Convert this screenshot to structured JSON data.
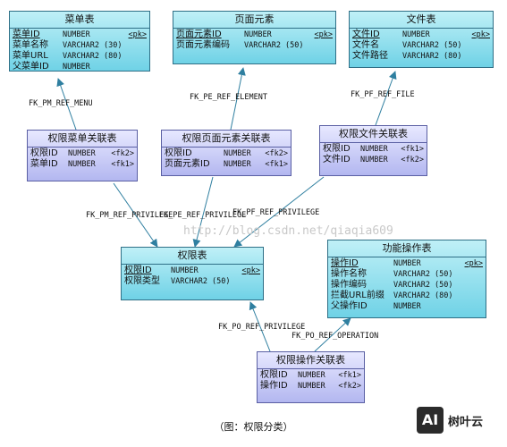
{
  "entities": [
    {
      "title": "菜单表",
      "rows": [
        {
          "name": "菜单ID",
          "type": "NUMBER",
          "key": "<pk>"
        },
        {
          "name": "菜单名称",
          "type": "VARCHAR2 (30)",
          "key": ""
        },
        {
          "name": "菜单URL",
          "type": "VARCHAR2 (80)",
          "key": ""
        },
        {
          "name": "父菜单ID",
          "type": "NUMBER",
          "key": ""
        }
      ]
    },
    {
      "title": "页面元素",
      "rows": [
        {
          "name": "页面元素ID",
          "type": "NUMBER",
          "key": "<pk>"
        },
        {
          "name": "页面元素编码",
          "type": "VARCHAR2 (50)",
          "key": ""
        }
      ]
    },
    {
      "title": "文件表",
      "rows": [
        {
          "name": "文件ID",
          "type": "NUMBER",
          "key": "<pk>"
        },
        {
          "name": "文件名",
          "type": "VARCHAR2 (50)",
          "key": ""
        },
        {
          "name": "文件路径",
          "type": "VARCHAR2 (80)",
          "key": ""
        }
      ]
    },
    {
      "title": "权限菜单关联表",
      "rows": [
        {
          "name": "权限ID",
          "type": "NUMBER",
          "key": "<fk2>"
        },
        {
          "name": "菜单ID",
          "type": "NUMBER",
          "key": "<fk1>"
        }
      ]
    },
    {
      "title": "权限页面元素关联表",
      "rows": [
        {
          "name": "权限ID",
          "type": "NUMBER",
          "key": "<fk2>"
        },
        {
          "name": "页面元素ID",
          "type": "NUMBER",
          "key": "<fk1>"
        }
      ]
    },
    {
      "title": "权限文件关联表",
      "rows": [
        {
          "name": "权限ID",
          "type": "NUMBER",
          "key": "<fk1>"
        },
        {
          "name": "文件ID",
          "type": "NUMBER",
          "key": "<fk2>"
        }
      ]
    },
    {
      "title": "权限表",
      "rows": [
        {
          "name": "权限ID",
          "type": "NUMBER",
          "key": "<pk>"
        },
        {
          "name": "权限类型",
          "type": "VARCHAR2 (50)",
          "key": ""
        }
      ]
    },
    {
      "title": "功能操作表",
      "rows": [
        {
          "name": "操作ID",
          "type": "NUMBER",
          "key": "<pk>"
        },
        {
          "name": "操作名称",
          "type": "VARCHAR2 (50)",
          "key": ""
        },
        {
          "name": "操作编码",
          "type": "VARCHAR2 (50)",
          "key": ""
        },
        {
          "name": "拦截URL前缀",
          "type": "VARCHAR2 (80)",
          "key": ""
        },
        {
          "name": "父操作ID",
          "type": "NUMBER",
          "key": ""
        }
      ]
    },
    {
      "title": "权限操作关联表",
      "rows": [
        {
          "name": "权限ID",
          "type": "NUMBER",
          "key": "<fk1>"
        },
        {
          "name": "操作ID",
          "type": "NUMBER",
          "key": "<fk2>"
        }
      ]
    }
  ],
  "relationships": [
    "FK_PM_REF_MENU",
    "FK_PE_REF_ELEMENT",
    "FK_PF_REF_FILE",
    "FK_PM_REF_PRIVILEGE",
    "FK_PE_REF_PRIVILEGE",
    "FK_PF_REF_PRIVILEGE",
    "FK_PO_REF_PRIVILEGE",
    "FK_PO_REF_OPERATION"
  ],
  "watermark": "http://blog.csdn.net/qiaqia609",
  "caption": "（图：权限分类）",
  "logo": {
    "mark": "AI",
    "text": "树叶云"
  },
  "colors": {
    "entity_fill": "#8fe0ee",
    "link_entity_fill": "#c9cbf6",
    "entity_border": "#2f6f86",
    "arrow": "#2f7fa0"
  }
}
